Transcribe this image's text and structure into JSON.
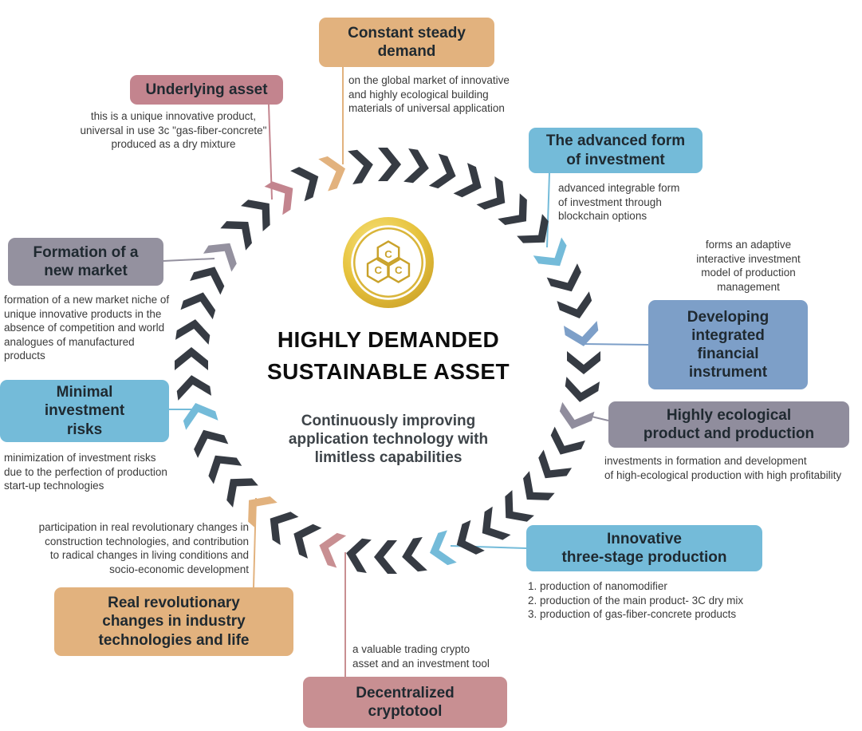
{
  "center": {
    "title": "HIGHLY DEMANDED\nSUSTAINABLE ASSET",
    "subtitle": "Continuously improving\napplication technology with\nlimitless capabilities",
    "logo_monogram": "C"
  },
  "colors": {
    "chevron_dark": "#363b43",
    "logo_gold": "#d9ab2e",
    "background": "#ffffff"
  },
  "nodes": [
    {
      "id": "constant-steady-demand",
      "label": "Constant steady\ndemand",
      "description": "on the global market of innovative\nand highly ecological building\nmaterials of universal application",
      "color": "#e2b27e"
    },
    {
      "id": "advanced-form-of-investment",
      "label": "The advanced form\nof investment",
      "description": "advanced integrable form\nof investment through\nblockchain options",
      "color": "#74bbd9"
    },
    {
      "id": "developing-integrated-financial-instrument",
      "label": "Developing\nintegrated\nfinancial\ninstrument",
      "description": "forms an adaptive\ninteractive investment\nmodel of production\nmanagement",
      "color": "#7d9fc8"
    },
    {
      "id": "highly-ecological-product-and-production",
      "label": "Highly ecological\nproduct and production",
      "description": "investments in formation and development\nof high-ecological production with high profitability",
      "color": "#908d9d"
    },
    {
      "id": "innovative-three-stage-production",
      "label": "Innovative\nthree-stage production",
      "description": "1. production of nanomodifier\n2. production of the main product- 3C dry mix\n3. production of gas-fiber-concrete products",
      "color": "#74bbd9"
    },
    {
      "id": "decentralized-cryptotool",
      "label": "Decentralized\ncryptotool",
      "description": "a valuable trading crypto\nasset and an investment tool",
      "color": "#c88f92"
    },
    {
      "id": "real-revolutionary-changes",
      "label": "Real revolutionary\nchanges in industry\ntechnologies and life",
      "description": "participation in real revolutionary changes in\nconstruction technologies, and contribution\nto radical changes in living conditions and\nsocio-economic development",
      "color": "#e2b27e"
    },
    {
      "id": "minimal-investment-risks",
      "label": "Minimal\ninvestment\nrisks",
      "description": "minimization of investment risks\ndue to the perfection of production\nstart-up technologies",
      "color": "#74bbd9"
    },
    {
      "id": "formation-of-a-new-market",
      "label": "Formation of a\nnew market",
      "description": "formation of a new market niche of\nunique innovative products in the\nabsence of competition and world\nanalogues of manufactured\nproducts",
      "color": "#94919f"
    },
    {
      "id": "underlying-asset",
      "label": "Underlying asset",
      "description": "this is a unique innovative product,\nuniversal in use 3c \"gas-fiber-concrete\"\nproduced as a dry mixture",
      "color": "#c3848e"
    }
  ]
}
